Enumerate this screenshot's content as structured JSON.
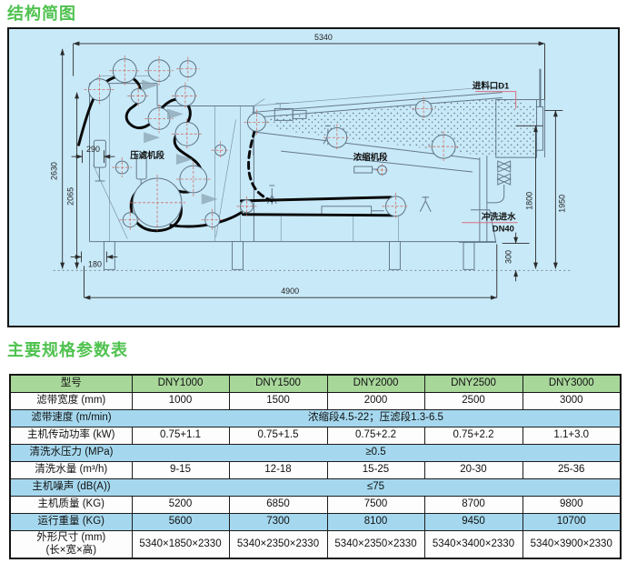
{
  "page": {
    "diagram_title": "结构简图",
    "table_title": "主要规格参数表"
  },
  "diagram": {
    "dims": {
      "overall_length": "5340",
      "total_height": "2630",
      "frame_height": "2065",
      "left_offset": "290",
      "base_offset": "180",
      "base_length": "4900",
      "feed_height": "1800",
      "right_height": "1950",
      "base_clearance": "300"
    },
    "labels": {
      "press_section": "压滤机段",
      "thickening_section": "浓缩机段",
      "feed_inlet": "进料口D1",
      "wash_water": "冲洗进水",
      "wash_water_dn": "DN40"
    }
  },
  "table": {
    "columns": [
      "型号",
      "DNY1000",
      "DNY1500",
      "DNY2000",
      "DNY2500",
      "DNY3000"
    ],
    "rows": [
      {
        "label": "滤带宽度 (mm)",
        "values": [
          "1000",
          "1500",
          "2000",
          "2500",
          "3000"
        ]
      },
      {
        "label": "滤带速度 (m/min)",
        "span": "浓缩段4.5-22；压滤段1.3-6.5"
      },
      {
        "label": "主机传动功率 (kW)",
        "values": [
          "0.75+1.1",
          "0.75+1.5",
          "0.75+2.2",
          "0.75+2.2",
          "1.1+3.0"
        ]
      },
      {
        "label": "清洗水压力 (MPa)",
        "span": "≥0.5"
      },
      {
        "label": "清洗水量 (m³/h)",
        "values": [
          "9-15",
          "12-18",
          "15-25",
          "20-30",
          "25-36"
        ]
      },
      {
        "label": "主机噪声 (dB(A))",
        "span": "≤75"
      },
      {
        "label": "主机质量 (KG)",
        "values": [
          "5200",
          "6850",
          "7500",
          "8700",
          "9800"
        ]
      },
      {
        "label": "运行重量 (KG)",
        "values": [
          "5600",
          "7300",
          "8100",
          "9450",
          "10700"
        ]
      },
      {
        "label": "外形尺寸 (mm)",
        "label2": "(长×宽×高)",
        "values": [
          "5340×1850×2330",
          "5340×2350×2330",
          "5340×2350×2330",
          "5340×3400×2330",
          "5340×3900×2330"
        ]
      }
    ]
  },
  "colors": {
    "heading_green": "#4fc24f",
    "table_header_bg": "#a8d79a",
    "table_blue_bg": "#a5d8ee",
    "diagram_bg": "#c8e9f8",
    "crosshair_red": "#cf6f63"
  }
}
